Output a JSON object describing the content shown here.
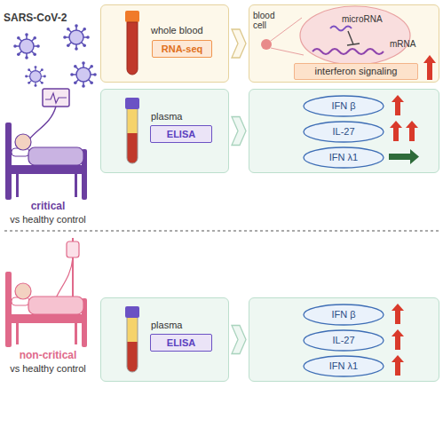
{
  "diagram": {
    "nodes": [
      {
        "text": [
          "whole blood"
        ]
      },
      {
        "text": [
          "RNA-seq"
        ],
        "in": 0
      },
      {
        "text": [
          "blood cell",
          "microRNA",
          "mRNA"
        ]
      },
      {
        "text": [
          "interferon signaling"
        ],
        "in": 2
      },
      {
        "text": [
          "plasma"
        ]
      },
      {
        "text": [
          "ELISA"
        ],
        "in": 4
      },
      {
        "text": []
      },
      {
        "text": [
          "IFN β"
        ],
        "in": 6
      },
      {
        "text": [
          "IL-27"
        ],
        "in": 6
      },
      {
        "text": [
          "IFN λ1"
        ],
        "in": 6
      },
      {
        "text": [
          "plasma"
        ]
      },
      {
        "text": [
          "ELISA"
        ],
        "in": 10
      },
      {
        "text": []
      },
      {
        "text": [
          "IFN β"
        ],
        "in": 12
      },
      {
        "text": [
          "IL-27"
        ],
        "in": 12
      },
      {
        "text": [
          "IFN λ1"
        ],
        "in": 12
      }
    ],
    "edges": [
      {
        "from": 0,
        "to": 2,
        "arrow": "to"
      },
      {
        "from": 4,
        "to": 6,
        "arrow": "to"
      },
      {
        "from": 10,
        "to": 12,
        "arrow": "to"
      }
    ],
    "labels": [
      "SARS-CoV-2",
      "critical",
      "vs healthy control",
      "non-critical",
      "vs healthy control"
    ]
  }
}
